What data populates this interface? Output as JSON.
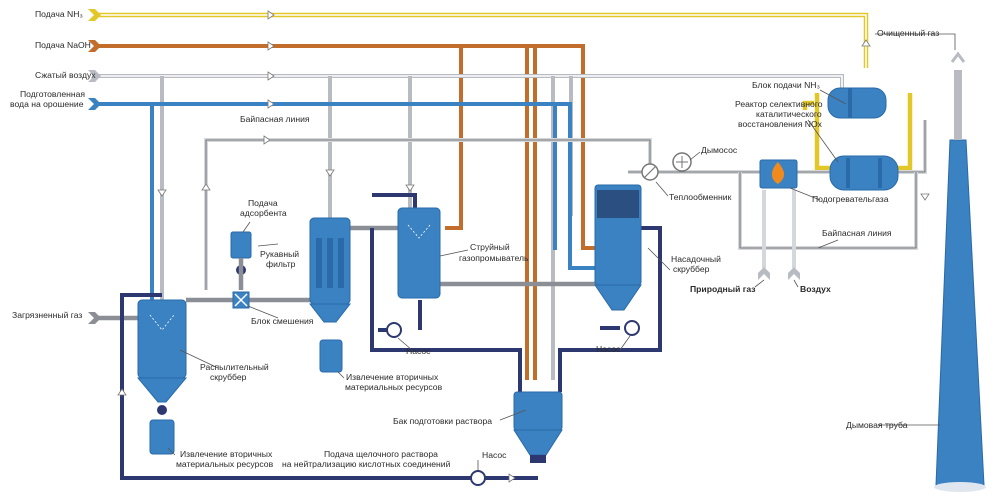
{
  "colors": {
    "nh3": "#e2c729",
    "naoh": "#c26d2c",
    "compressed_air": "#b8bcc2",
    "water": "#3b82c3",
    "dirty_gas": "#8b8f95",
    "solution": "#2d3870",
    "vessel": "#3b82c3",
    "flame": "#f08a1c"
  },
  "inlets": {
    "nh3": "Подача NH₃",
    "naoh": "Подача NaOH",
    "air": "Сжатый воздух",
    "water_line1": "Подготовленная",
    "water_line2": "вода на орошение",
    "dirty_gas": "Загрязненный газ"
  },
  "labels": {
    "clean_gas": "Очищенный газ",
    "nh3_block": "Блок подачи NH₃",
    "reactor_line1": "Реактор селективного",
    "reactor_line2": "каталитического",
    "reactor_line3": "восстановления NOx",
    "bypass_top": "Байпасная линия",
    "smoke_exhauster": "Дымосос",
    "heat_exchanger": "Теплообменник",
    "gas_heater": "Подогревательгаза",
    "bypass_right": "Байпасная линия",
    "natural_gas": "Природный газ",
    "air": "Воздух",
    "adsorbent_line1": "Подача",
    "adsorbent_line2": "адсорбента",
    "bag_filter_line1": "Рукавный",
    "bag_filter_line2": "фильтр",
    "jet_scrubber_line1": "Струйный",
    "jet_scrubber_line2": "газопромыватель",
    "packed_scrubber_line1": "Насадочный",
    "packed_scrubber_line2": "скруббер",
    "mixing_block": "Блок смешения",
    "spray_scrubber_line1": "Распылительный",
    "spray_scrubber_line2": "скруббер",
    "pump_left": "Насос",
    "pump_right": "Насос",
    "pump_bottom": "Насос",
    "recovery_mid_line1": "Извлечение вторичных",
    "recovery_mid_line2": "материальных ресурсов",
    "recovery_left_line1": "Извлечение вторичных",
    "recovery_left_line2": "материальных ресурсов",
    "solution_tank": "Бак подготовки раствора",
    "alkali_line1": "Подача щелочного раствора",
    "alkali_line2": "на нейтрализацию кислотных соединений",
    "chimney": "Дымовая труба"
  }
}
